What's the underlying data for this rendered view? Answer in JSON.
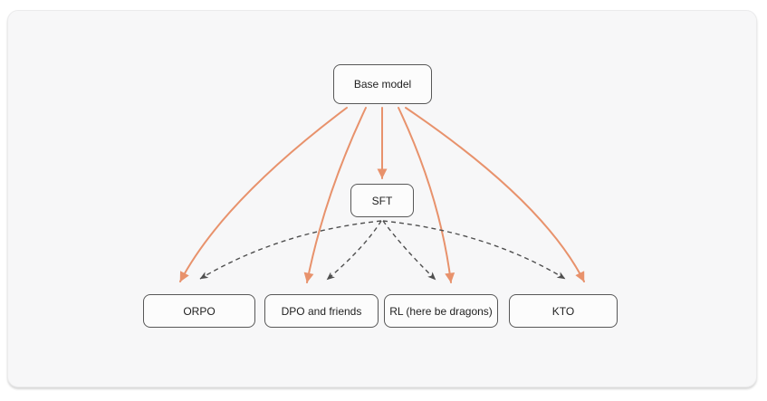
{
  "diagram": {
    "type": "flowchart",
    "nodes": [
      {
        "id": "base-model",
        "label": "Base model"
      },
      {
        "id": "sft",
        "label": "SFT"
      },
      {
        "id": "orpo",
        "label": "ORPO"
      },
      {
        "id": "dpo",
        "label": "DPO and friends"
      },
      {
        "id": "rl",
        "label": "RL (here be dragons)"
      },
      {
        "id": "kto",
        "label": "KTO"
      }
    ],
    "edges": [
      {
        "from": "Base model",
        "to": "SFT",
        "style": "solid"
      },
      {
        "from": "Base model",
        "to": "ORPO",
        "style": "solid"
      },
      {
        "from": "Base model",
        "to": "DPO and friends",
        "style": "solid"
      },
      {
        "from": "Base model",
        "to": "RL (here be dragons)",
        "style": "solid"
      },
      {
        "from": "Base model",
        "to": "KTO",
        "style": "solid"
      },
      {
        "from": "SFT",
        "to": "ORPO",
        "style": "dashed"
      },
      {
        "from": "SFT",
        "to": "DPO and friends",
        "style": "dashed"
      },
      {
        "from": "SFT",
        "to": "RL (here be dragons)",
        "style": "dashed"
      },
      {
        "from": "SFT",
        "to": "KTO",
        "style": "dashed"
      }
    ],
    "colors": {
      "arrow_solid": "#e8926c",
      "arrow_dashed": "#4f4f4f",
      "node_border": "#575757",
      "node_bg": "#fcfcfc",
      "node_text": "#1f1f1f",
      "panel_bg": "#f7f7f8"
    }
  }
}
